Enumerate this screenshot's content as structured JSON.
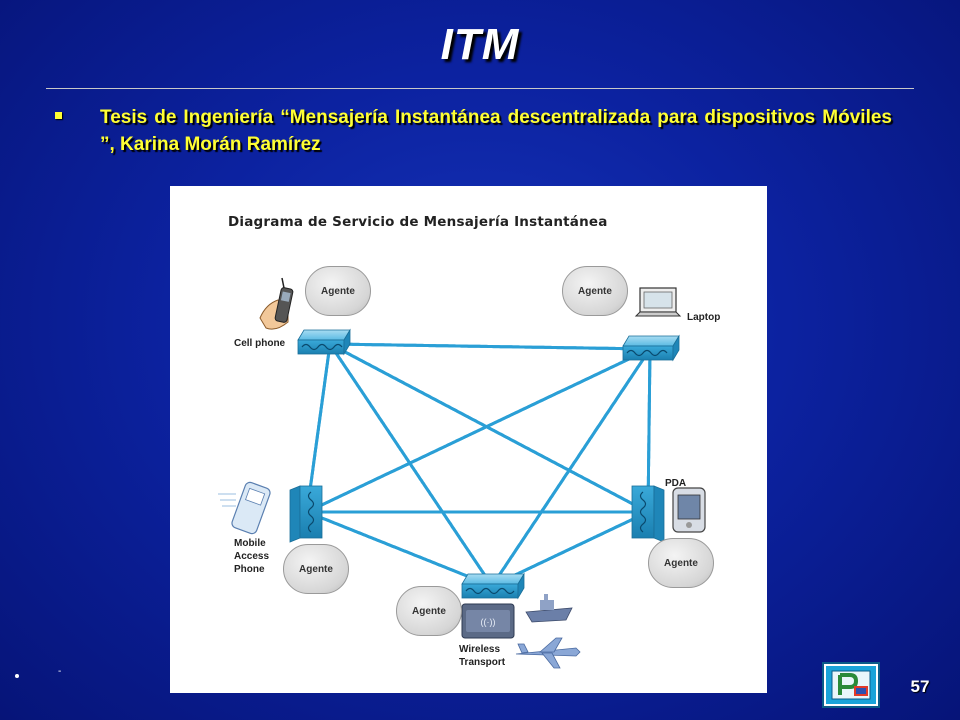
{
  "slide": {
    "title": "ITM",
    "bullet_text": "Tesis de Ingeniería “Mensajería Instantánea descentralizada para dispositivos Móviles ”, Karina Morán Ramírez",
    "secondary_bullet": "-",
    "page_number": "57"
  },
  "diagram": {
    "title": "Diagrama de Servicio de Mensajería Instantánea",
    "agent_label": "Agente",
    "devices": {
      "cell_phone": "Cell phone",
      "laptop": "Laptop",
      "pda": "PDA",
      "mobile_access_phone_1": "Mobile",
      "mobile_access_phone_2": "Access",
      "mobile_access_phone_3": "Phone",
      "wireless_transport_1": "Wireless",
      "wireless_transport_2": "Transport"
    }
  },
  "colors": {
    "background": "#0c22a0",
    "bullet_text": "#ffff33",
    "link_wave": "#2a9fd6",
    "switch": "#3aa9d9"
  }
}
